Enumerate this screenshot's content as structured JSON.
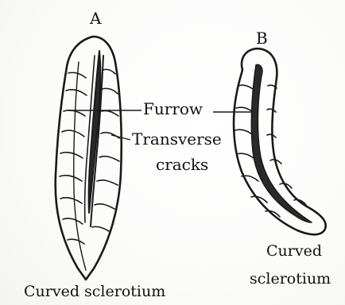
{
  "figure": {
    "panel_a": {
      "letter": "A",
      "caption": "Curved sclerotium"
    },
    "panel_b": {
      "letter": "B",
      "caption_line1": "Curved",
      "caption_line2": "sclerotium"
    },
    "callouts": {
      "furrow": "Furrow",
      "transverse_line1": "Transverse",
      "transverse_line2": "cracks"
    }
  }
}
